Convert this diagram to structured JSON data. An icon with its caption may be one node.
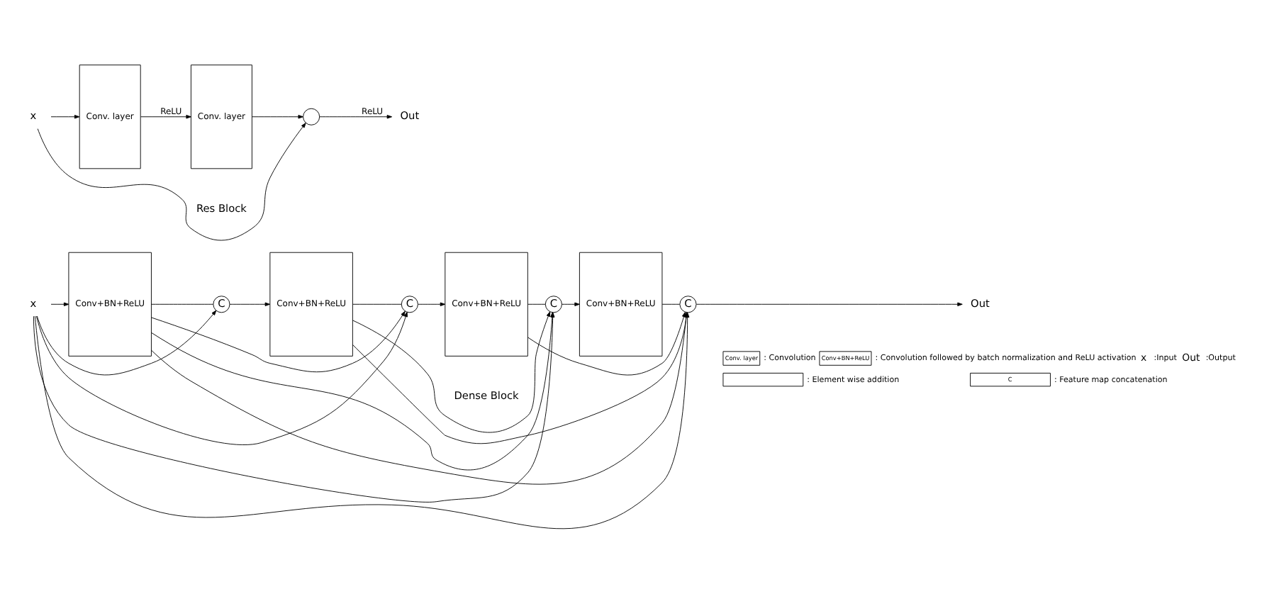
{
  "diagram": {
    "nodes": [
      {
        "text": [
          "x"
        ]
      },
      {
        "text": [
          "Conv. layer"
        ]
      },
      {
        "text": [
          "Conv. layer"
        ]
      },
      {
        "text": [],
        "shape": "circle"
      },
      {
        "text": [
          "Out"
        ]
      },
      {
        "text": [
          "x"
        ]
      },
      {
        "text": [
          "Conv+BN+ReLU"
        ]
      },
      {
        "text": [
          "C"
        ]
      },
      {
        "text": [
          "Conv+BN+ReLU"
        ]
      },
      {
        "text": [
          "C"
        ]
      },
      {
        "text": [
          "Conv+BN+ReLU"
        ]
      },
      {
        "text": [
          "C"
        ]
      },
      {
        "text": [
          "Conv+BN+ReLU"
        ]
      },
      {
        "text": [
          "C"
        ]
      },
      {
        "text": [
          "Out"
        ]
      }
    ],
    "edges": [
      {
        "from": 0,
        "to": 1,
        "arrow": "to"
      },
      {
        "from": 0,
        "to": 3,
        "arrow": "to"
      },
      {
        "from": 1,
        "to": 2,
        "arrow": "to",
        "label": "ReLU"
      },
      {
        "from": 2,
        "to": 3,
        "arrow": "to"
      },
      {
        "from": 3,
        "to": 4,
        "arrow": "to",
        "label": "ReLU"
      },
      {
        "from": 5,
        "to": 6,
        "arrow": "to"
      },
      {
        "from": 5,
        "to": 7,
        "arrow": "to"
      },
      {
        "from": 5,
        "to": 9,
        "arrow": "to"
      },
      {
        "from": 5,
        "to": 11,
        "arrow": "to"
      },
      {
        "from": 5,
        "to": 13,
        "arrow": "to"
      },
      {
        "from": 6,
        "to": 7,
        "arrow": "none"
      },
      {
        "from": 6,
        "to": 9,
        "arrow": "to"
      },
      {
        "from": 6,
        "to": 11,
        "arrow": "to"
      },
      {
        "from": 6,
        "to": 13,
        "arrow": "to"
      },
      {
        "from": 7,
        "to": 8,
        "arrow": "to"
      },
      {
        "from": 8,
        "to": 9,
        "arrow": "none"
      },
      {
        "from": 8,
        "to": 11,
        "arrow": "to"
      },
      {
        "from": 8,
        "to": 13,
        "arrow": "to"
      },
      {
        "from": 9,
        "to": 10,
        "arrow": "to"
      },
      {
        "from": 10,
        "to": 11,
        "arrow": "none"
      },
      {
        "from": 10,
        "to": 13,
        "arrow": "to"
      },
      {
        "from": 11,
        "to": 12,
        "arrow": "to"
      },
      {
        "from": 12,
        "to": 13,
        "arrow": "none"
      },
      {
        "from": 13,
        "to": 14,
        "arrow": "to"
      }
    ],
    "labels": [
      "Res Block",
      "Dense Block",
      "Conv. layer",
      "Conv+BN+ReLU",
      "x",
      "Out",
      "C"
    ],
    "legend": [
      {
        "text": ": Convolution"
      },
      {
        "text": ": Convolution followed by batch normalization and ReLU activation"
      },
      {
        "text": ":Input"
      },
      {
        "text": ":Output"
      },
      {
        "text": ": Element wise addition"
      },
      {
        "text": ": Feature map concatenation"
      }
    ]
  }
}
